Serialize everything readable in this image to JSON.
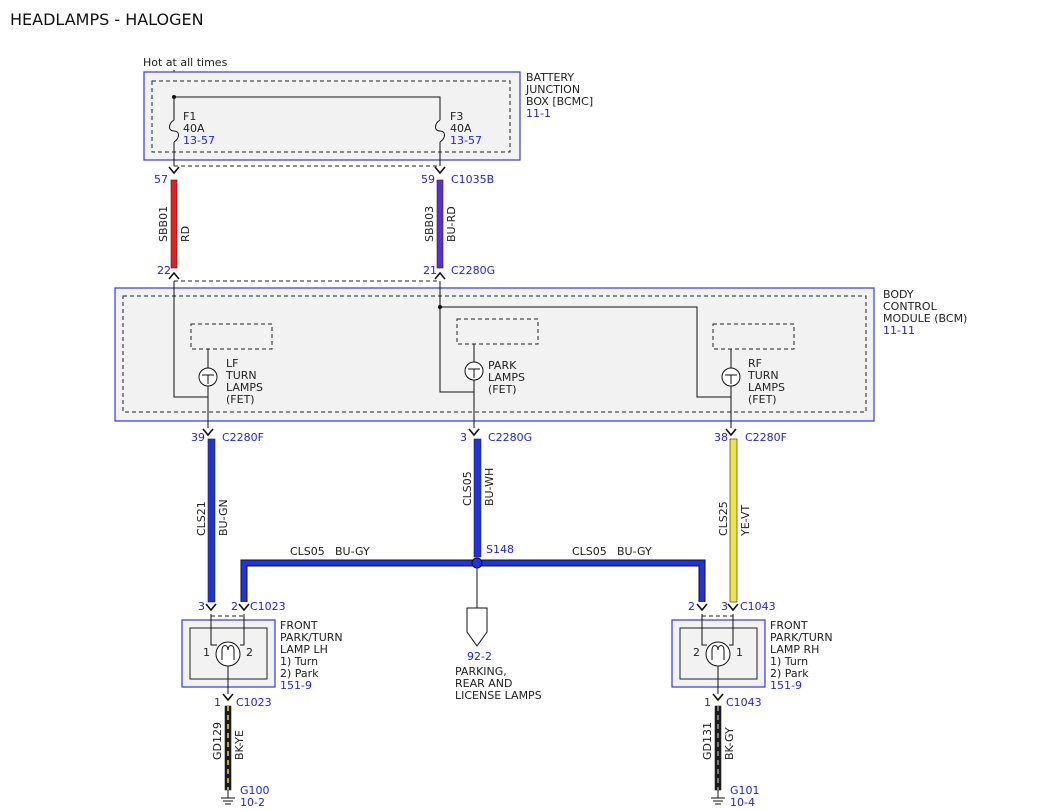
{
  "title": "HEADLAMPS - HALOGEN",
  "hot_label": "Hot at all times",
  "colors": {
    "module_outline": "#3333ff",
    "module_fill": "#f2f2f2",
    "ref_text": "#2020ff",
    "wire_red": "#ee1c1c",
    "wire_blue_red": "#5a2fd6",
    "wire_blue_green": "#2233cc",
    "wire_blue_white": "#2233dd",
    "wire_blue_gray": "#2233dd",
    "wire_yellow_violet": "#f2e24a",
    "wire_black_yellow": "#1a1a1a"
  },
  "bjb": {
    "name": [
      "BATTERY",
      "JUNCTION",
      "BOX [BCMC]"
    ],
    "ref": "11-1",
    "fuse_f1": {
      "name": "F1",
      "rating": "40A",
      "ref": "13-57"
    },
    "fuse_f3": {
      "name": "F3",
      "rating": "40A",
      "ref": "13-57"
    }
  },
  "bcm": {
    "name": [
      "BODY",
      "CONTROL",
      "MODULE (BCM)"
    ],
    "ref": "11-11",
    "lf": [
      "LF",
      "TURN",
      "LAMPS",
      "(FET)"
    ],
    "park": [
      "PARK",
      "LAMPS",
      "(FET)"
    ],
    "rf": [
      "RF",
      "TURN",
      "LAMPS",
      "(FET)"
    ]
  },
  "wires": {
    "sbb01": {
      "circuit": "SBB01",
      "color": "RD",
      "pin_top": "57",
      "pin_bottom": "22",
      "conn_bottom": ""
    },
    "sbb03": {
      "circuit": "SBB03",
      "color": "BU-RD",
      "pin_top": "59",
      "conn_top": "C1035B",
      "pin_bottom": "21",
      "conn_bottom": "C2280G"
    },
    "cls21": {
      "circuit": "CLS21",
      "color": "BU-GN",
      "pin": "39",
      "conn": "C2280F"
    },
    "cls05_v": {
      "circuit": "CLS05",
      "color": "BU-WH",
      "pin": "3",
      "conn": "C2280G"
    },
    "cls25": {
      "circuit": "CLS25",
      "color": "YE-VT",
      "pin": "38",
      "conn": "C2280F"
    },
    "cls05_left": {
      "circuit": "CLS05",
      "color": "BU-GY"
    },
    "cls05_right": {
      "circuit": "CLS05",
      "color": "BU-GY"
    },
    "splice": "S148",
    "gd129": {
      "circuit": "GD129",
      "color": "BK-YE",
      "pin": "1",
      "conn": "C1023"
    },
    "gd131": {
      "circuit": "GD131",
      "color": "BK-GY",
      "pin": "1",
      "conn": "C1043"
    }
  },
  "lamp_lh": {
    "name": [
      "FRONT",
      "PARK/TURN",
      "LAMP LH",
      "1) Turn",
      "2) Park"
    ],
    "ref": "151-9",
    "pin_a": "3",
    "pin_b": "2",
    "conn": "C1023",
    "term1": "1",
    "term2": "2"
  },
  "lamp_rh": {
    "name": [
      "FRONT",
      "PARK/TURN",
      "LAMP RH",
      "1) Turn",
      "2) Park"
    ],
    "ref": "151-9",
    "pin_a": "2",
    "pin_b": "3",
    "conn": "C1043",
    "term1": "2",
    "term2": "1"
  },
  "parking": {
    "ref": "92-2",
    "name": [
      "PARKING,",
      "REAR AND",
      "LICENSE LAMPS"
    ]
  },
  "ground_lh": {
    "name": "G100",
    "ref": "10-2"
  },
  "ground_rh": {
    "name": "G101",
    "ref": "10-4"
  }
}
